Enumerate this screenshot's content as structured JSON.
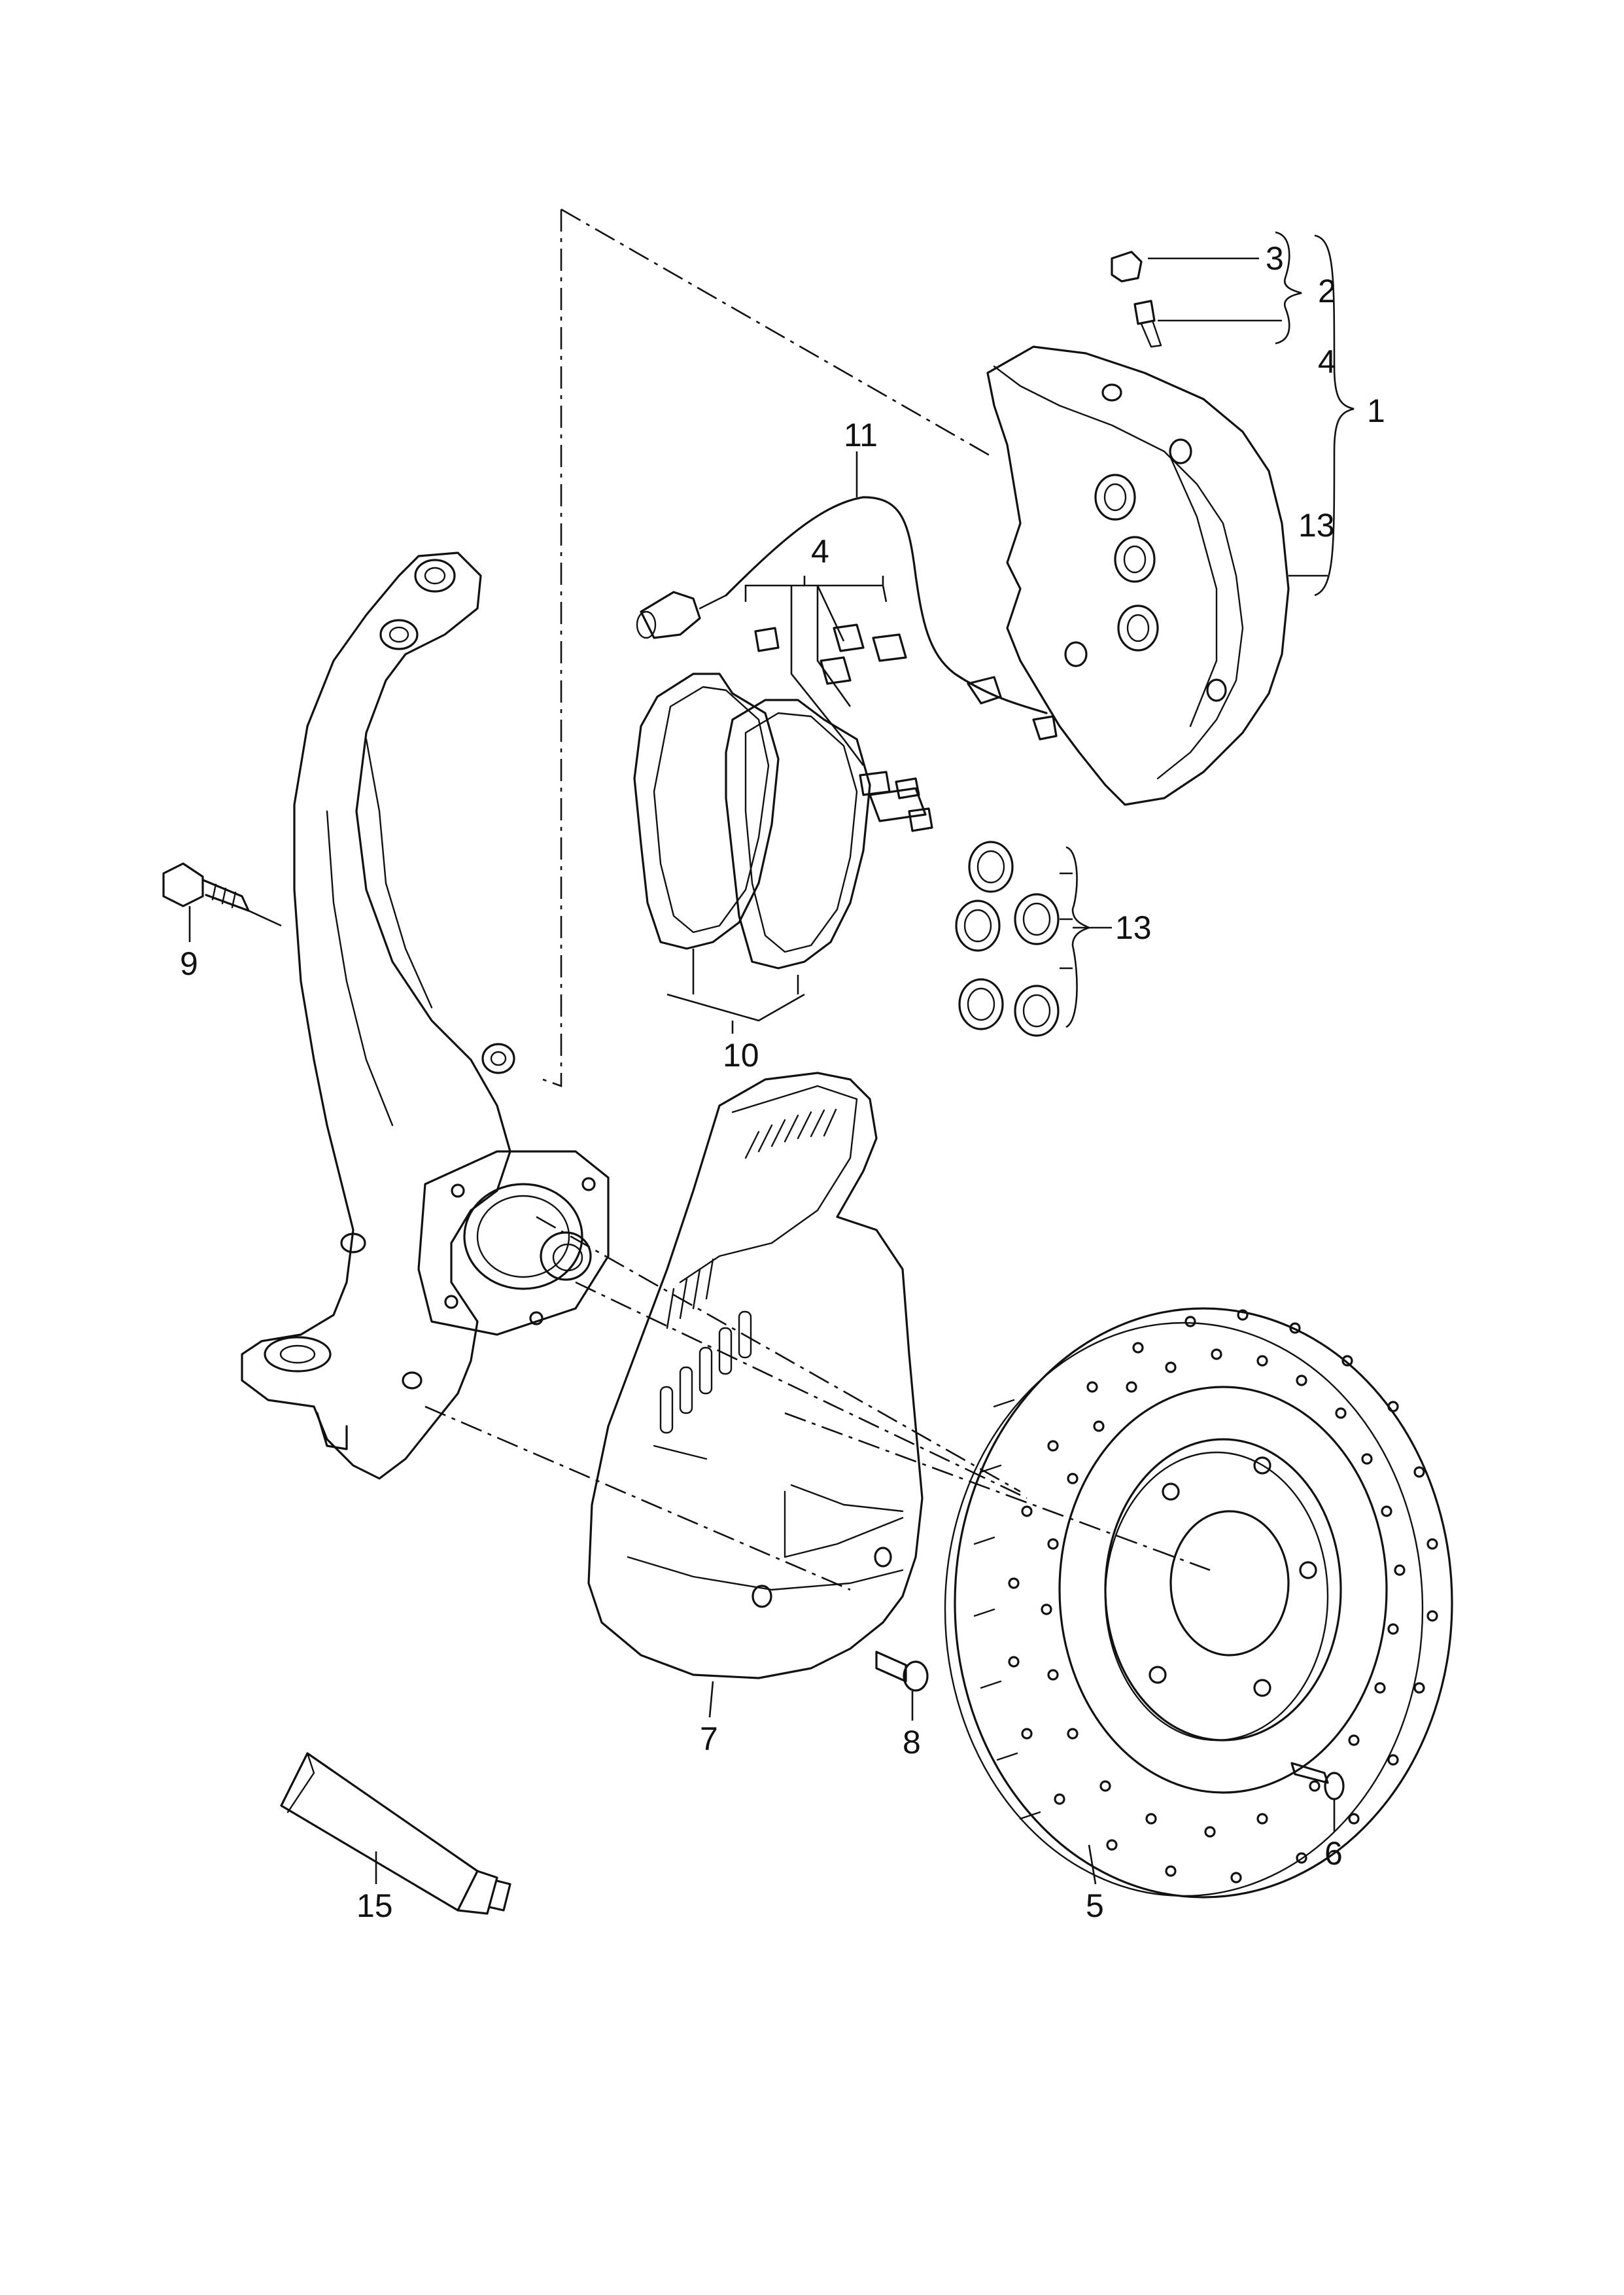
{
  "parts": [
    {
      "number": "1"
    },
    {
      "number": "2"
    },
    {
      "number": "3"
    },
    {
      "number": "4"
    },
    {
      "number": "4"
    },
    {
      "number": "5"
    },
    {
      "number": "6"
    },
    {
      "number": "7"
    },
    {
      "number": "8"
    },
    {
      "number": "9"
    },
    {
      "number": "10"
    },
    {
      "number": "11"
    },
    {
      "number": "13"
    },
    {
      "number": "13"
    },
    {
      "number": "15"
    }
  ],
  "colors": {
    "line": "#111111",
    "background": "#ffffff"
  }
}
